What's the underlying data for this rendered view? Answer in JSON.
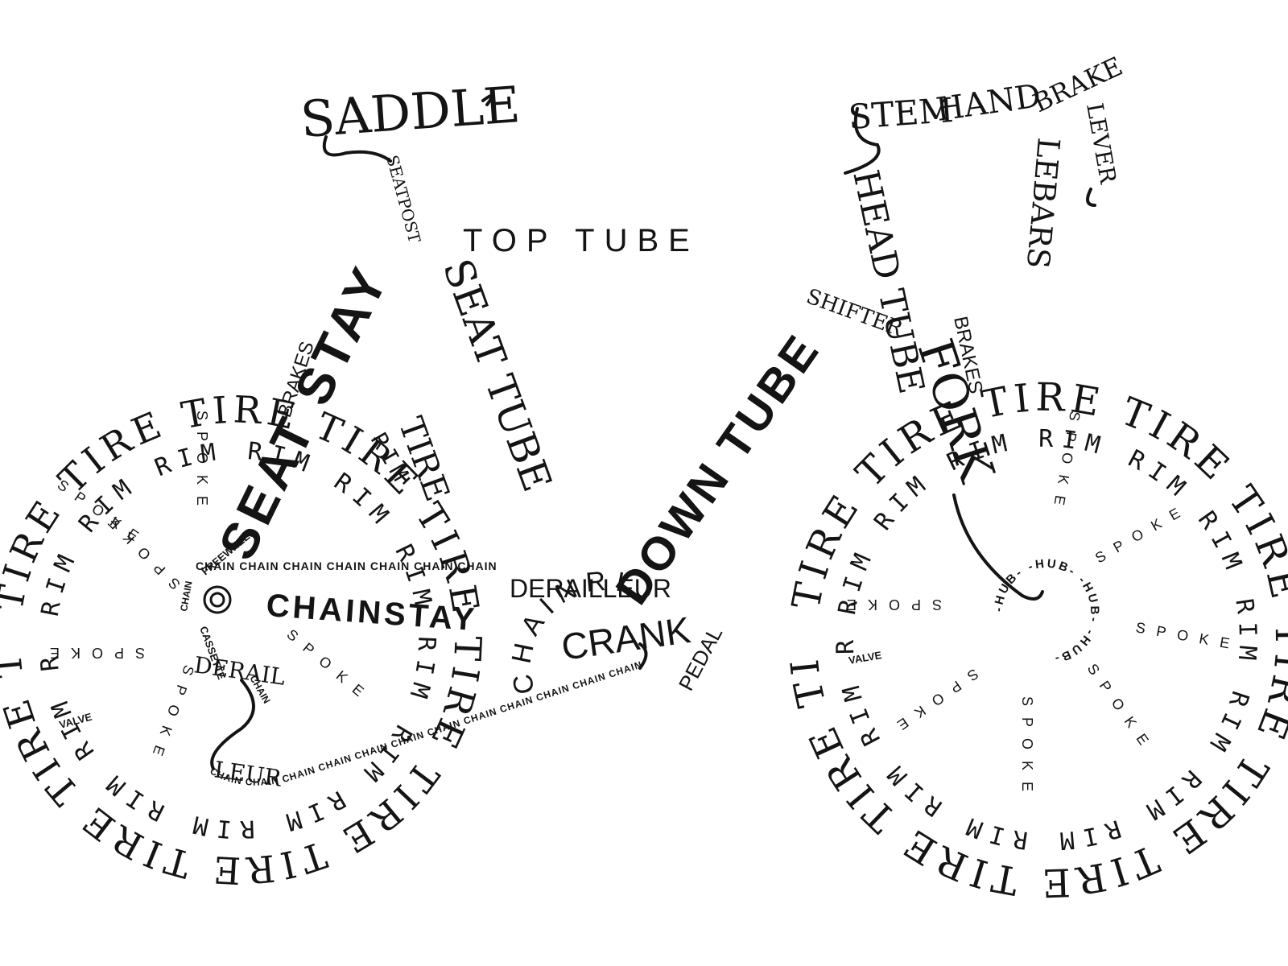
{
  "labels": {
    "saddle": "SADDLE",
    "seatpost": "SEATPOST",
    "top_tube": "TOP TUBE",
    "stem": "STEM",
    "handlebars_hand": "HAND",
    "handlebars_lebars": "LEBARS",
    "brake_lever_brake": "BRAKE",
    "brake_lever_lever": "LEVER",
    "head_tube": "HEAD TUBE",
    "fork": "FORK",
    "shifter": "SHIFTER",
    "brakes_front": "BRAKES",
    "brakes_rear": "BRAKES",
    "seat_stay": "SEAT STAY",
    "seat_tube": "SEAT TUBE",
    "down_tube": "DOWN TUBE",
    "chainstay": "CHAINSTAY",
    "derailleur_front": "DERAILLEUR",
    "chainring": "CHAINRING",
    "crank": "CRANK",
    "pedal": "PEDAL",
    "freewheel": "FREEWHEEL",
    "cassette": "CASSETTE",
    "chain": "CHAIN",
    "chain_top": "CHAIN CHAIN CHAIN CHAIN CHAIN CHAIN CHAIN",
    "chain_bottom": "CHAIN CHAIN CHAIN CHAIN CHAIN CHAIN CHAIN CHAIN CHAIN CHAIN CHAIN CHAIN CHAIN CHAIN",
    "derail": "DERAIL",
    "leur": "LEUR",
    "hub": "HUB",
    "valve": "VALVE",
    "tire": "TIRE",
    "rim": "RIM",
    "spoke": "SPOKE",
    "rear_tire_ring": "TIRE TIRE TIRE TIRE TIRE TIRE TIRE TIRE TIRE TIRE TIRE TIRE TIRE TIRE",
    "rear_rim_ring": "RIM RIM RIM RIM RIM RIM RIM RIM RIM RIM RIM RIM RIM RIM RIM RIM",
    "front_tire_ring": "TIRE TIRE TIRE TIRE TIRE TIRE TIRE TIRE TIRE TIRE TIRE TIRE TIRE TIRE",
    "front_rim_ring": "RIM RIM RIM RIM RIM RIM RIM RIM RIM RIM RIM RIM RIM RIM RIM RIM",
    "hub_ring": "-HUB- -HUB- -HUB- -HUB-",
    "chainring_ring": "CHAINRING"
  },
  "colors": {
    "ink": "#141414",
    "paper": "#ffffff"
  }
}
